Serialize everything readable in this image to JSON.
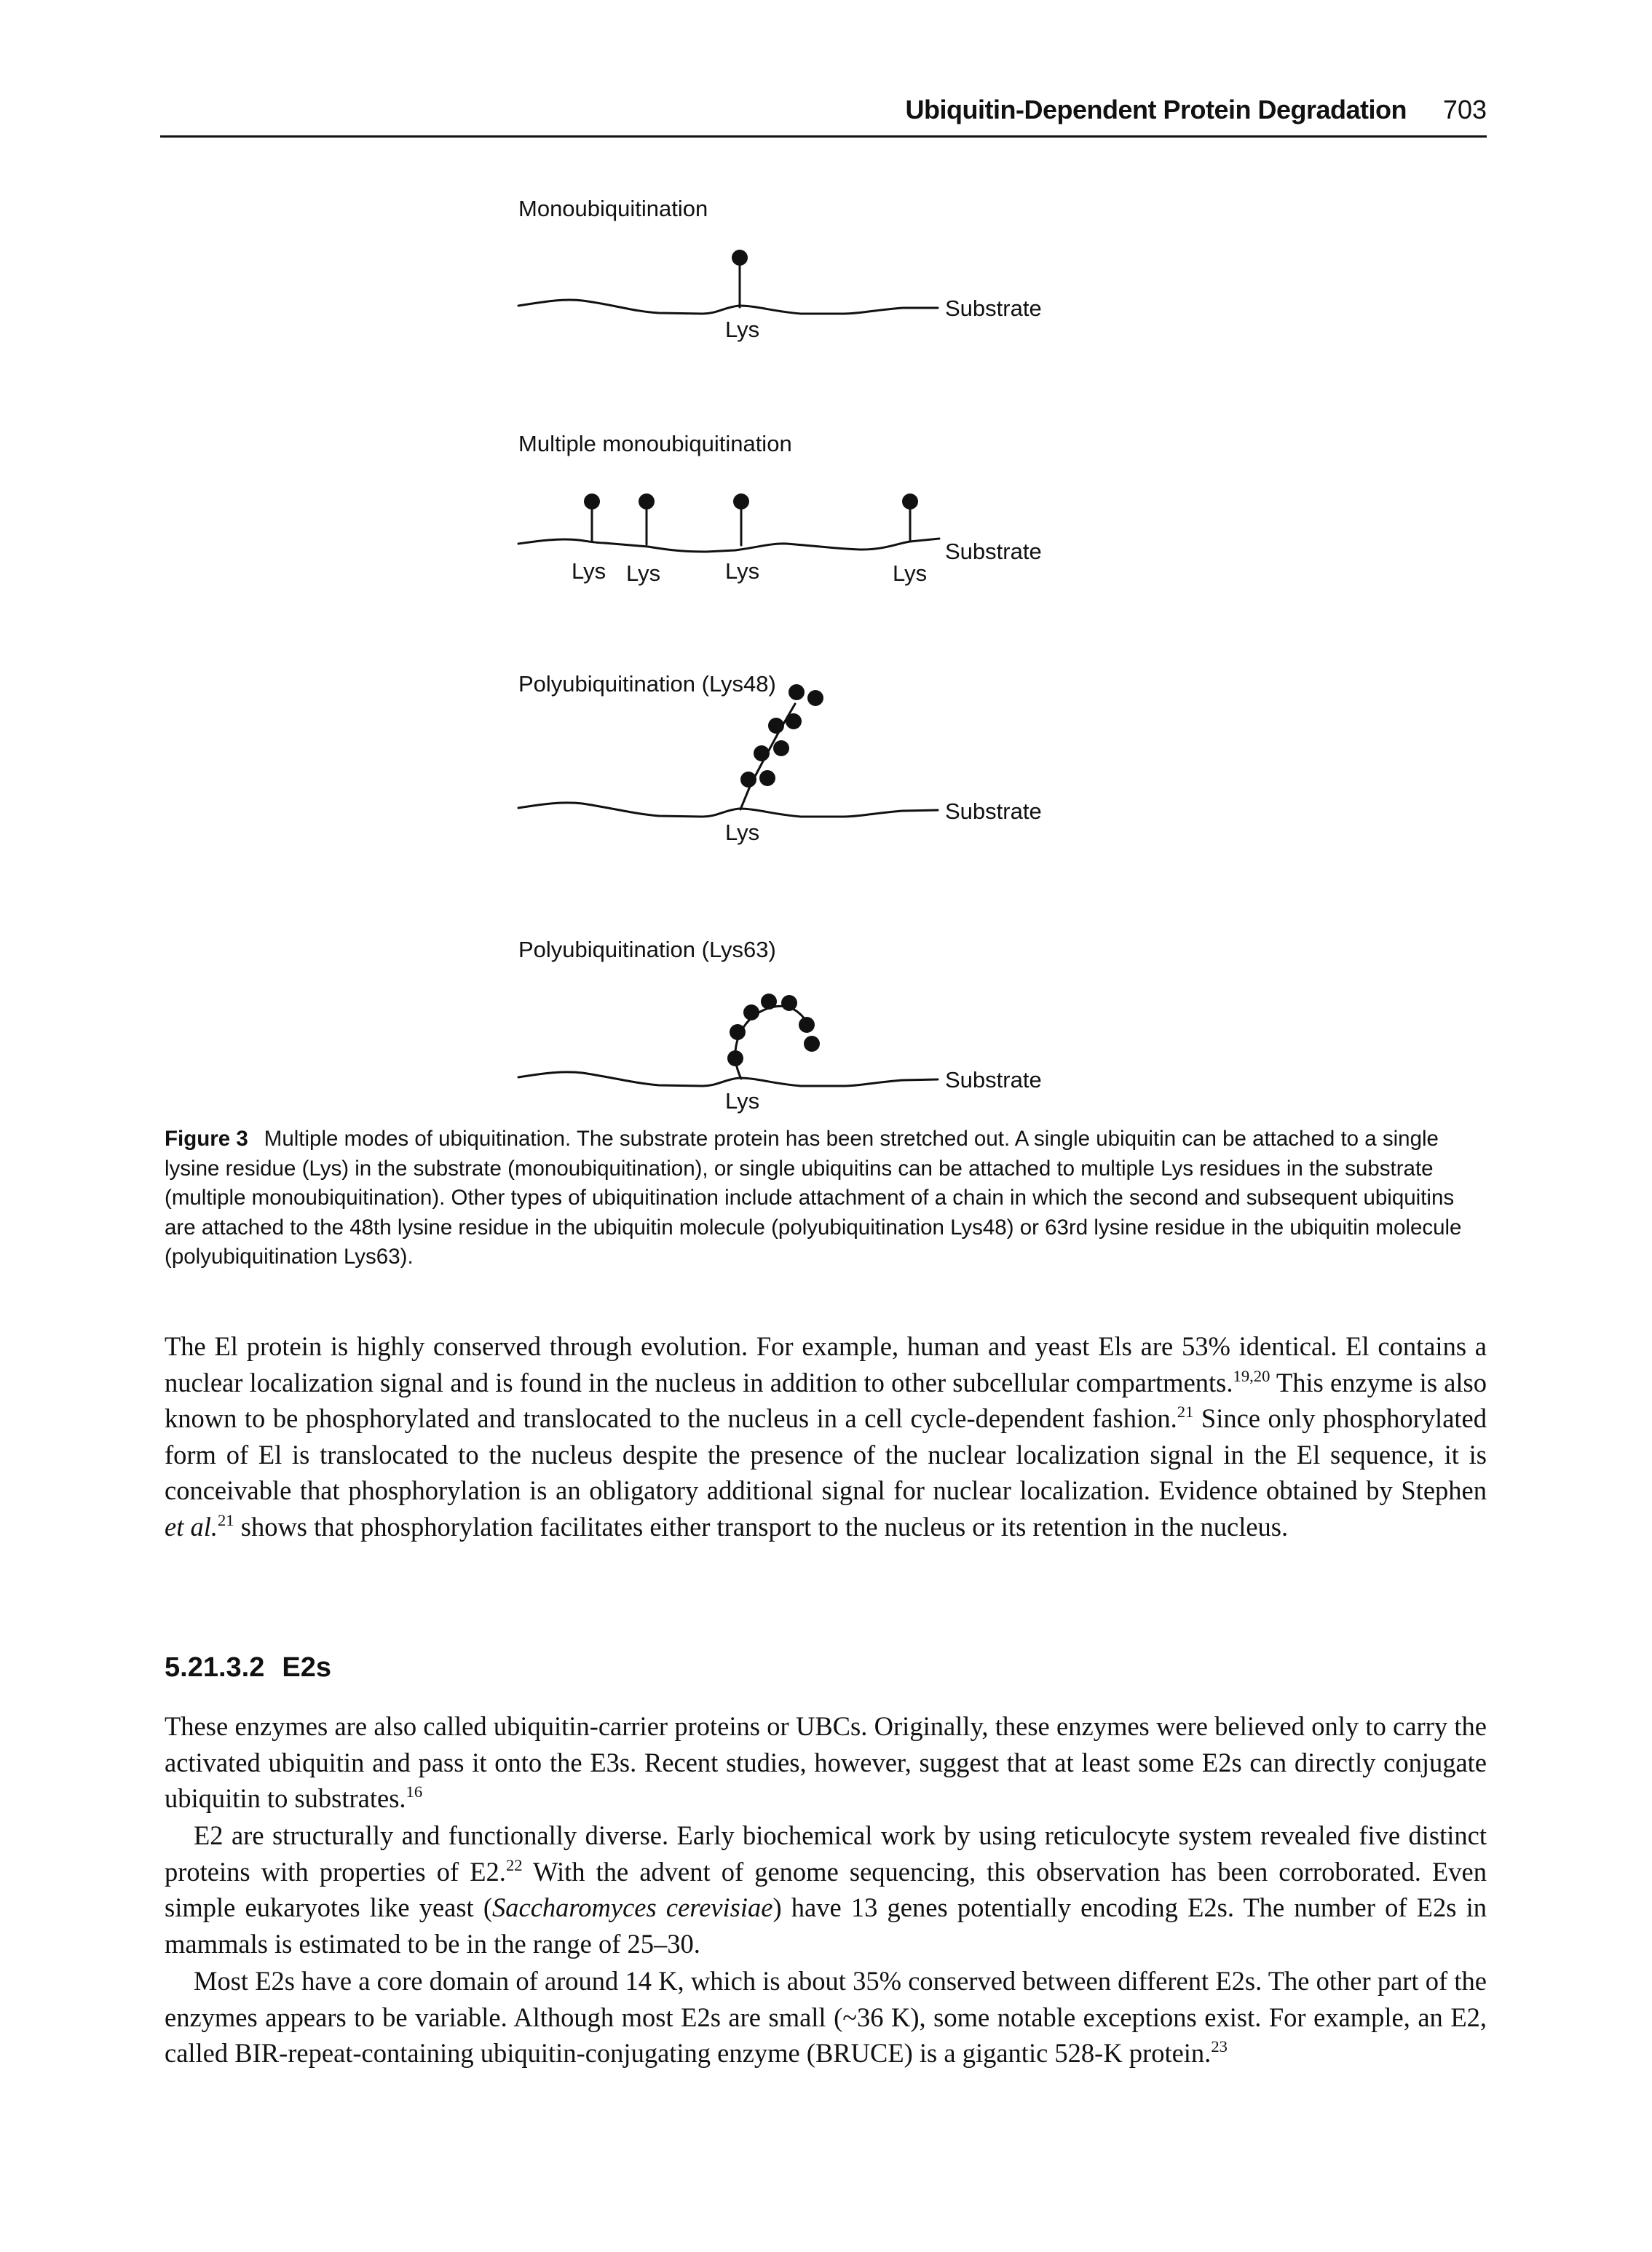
{
  "running_head": {
    "title": "Ubiquitin-Dependent Protein Degradation",
    "page_number": "703"
  },
  "figure": {
    "panels": [
      {
        "title": "Monoubiquitination",
        "substrate_label": "Substrate",
        "lys_labels": [
          "Lys"
        ]
      },
      {
        "title": "Multiple monoubiquitination",
        "substrate_label": "Substrate",
        "lys_labels": [
          "Lys",
          "Lys",
          "Lys",
          "Lys"
        ]
      },
      {
        "title": "Polyubiquitination (Lys48)",
        "substrate_label": "Substrate",
        "lys_labels": [
          "Lys"
        ]
      },
      {
        "title": "Polyubiquitination (Lys63)",
        "substrate_label": "Substrate",
        "lys_labels": [
          "Lys"
        ]
      }
    ],
    "caption_label": "Figure 3",
    "caption_text": "Multiple modes of ubiquitination. The substrate protein has been stretched out. A single ubiquitin can be attached to a single lysine residue (Lys) in the substrate (monoubiquitination), or single ubiquitins can be attached to multiple Lys residues in the substrate (multiple monoubiquitination). Other types of ubiquitination include attachment of a chain in which the second and subsequent ubiquitins are attached to the 48th lysine residue in the ubiquitin molecule (polyubiquitination Lys48) or 63rd lysine residue in the ubiquitin molecule (polyubiquitination Lys63)."
  },
  "paragraph1": {
    "s1": "The El protein is highly conserved through evolution. For example, human and yeast Els are 53% identical. El contains a nuclear localization signal and is found in the nucleus in addition to other subcellular compartments.",
    "ref1": "19,20",
    "s2": " This enzyme is also known to be phosphorylated and translocated to the nucleus in a cell cycle-dependent fashion.",
    "ref2": "21",
    "s3": " Since only phosphorylated form of El is translocated to the nucleus despite the presence of the nuclear localization signal in the El sequence, it is conceivable that phosphorylation is an obligatory additional signal for nuclear localization. Evidence obtained by Stephen ",
    "etal": "et al.",
    "ref3": "21",
    "s4": " shows that phosphorylation facilitates either transport to the nucleus or its retention in the nucleus."
  },
  "section": {
    "number": "5.21.3.2",
    "title": "E2s"
  },
  "paragraph2": {
    "s1": "These enzymes are also called ubiquitin-carrier proteins or UBCs. Originally, these enzymes were believed only to carry the activated ubiquitin and pass it onto the E3s. Recent studies, however, suggest that at least some E2s can directly conjugate ubiquitin to substrates.",
    "ref1": "16"
  },
  "paragraph3": {
    "s1": "E2 are structurally and functionally diverse. Early biochemical work by using reticulocyte system revealed five distinct proteins with properties of E2.",
    "ref1": "22",
    "s2": " With the advent of genome sequencing, this observation has been corroborated. Even simple eukaryotes like yeast (",
    "species": "Saccharomyces cerevisiae",
    "s3": ") have 13 genes potentially encoding E2s. The number of E2s in mammals is estimated to be in the range of 25–30."
  },
  "paragraph4": {
    "s1": "Most E2s have a core domain of around 14 K, which is about 35% conserved between different E2s. The other part of the enzymes appears to be variable. Although most E2s are small (~36 K), some notable exceptions exist. For example, an E2, called BIR-repeat-containing ubiquitin-conjugating enzyme (BRUCE) is a gigantic 528-K protein.",
    "ref1": "23"
  }
}
